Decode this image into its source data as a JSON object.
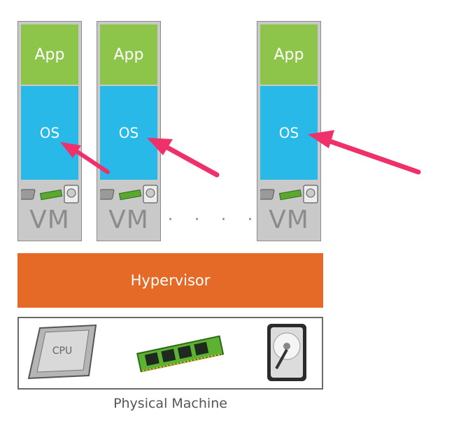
{
  "vms": [
    {
      "app_label": "App",
      "os_label": "OS",
      "vm_label": "VM"
    },
    {
      "app_label": "App",
      "os_label": "OS",
      "vm_label": "VM"
    },
    {
      "app_label": "App",
      "os_label": "OS",
      "vm_label": "VM"
    }
  ],
  "ellipsis": "· · · · ·",
  "hypervisor": {
    "label": "Hypervisor"
  },
  "physical_machine": {
    "label": "Physical Machine",
    "components": [
      "cpu-icon",
      "ram-icon",
      "hard-drive-icon"
    ],
    "cpu_chip_text": "CPU"
  },
  "colors": {
    "app": "#8dc54b",
    "os": "#29b9e9",
    "vm_bg": "#c9c9c9",
    "hypervisor": "#e56a28",
    "arrow": "#f0306a"
  }
}
